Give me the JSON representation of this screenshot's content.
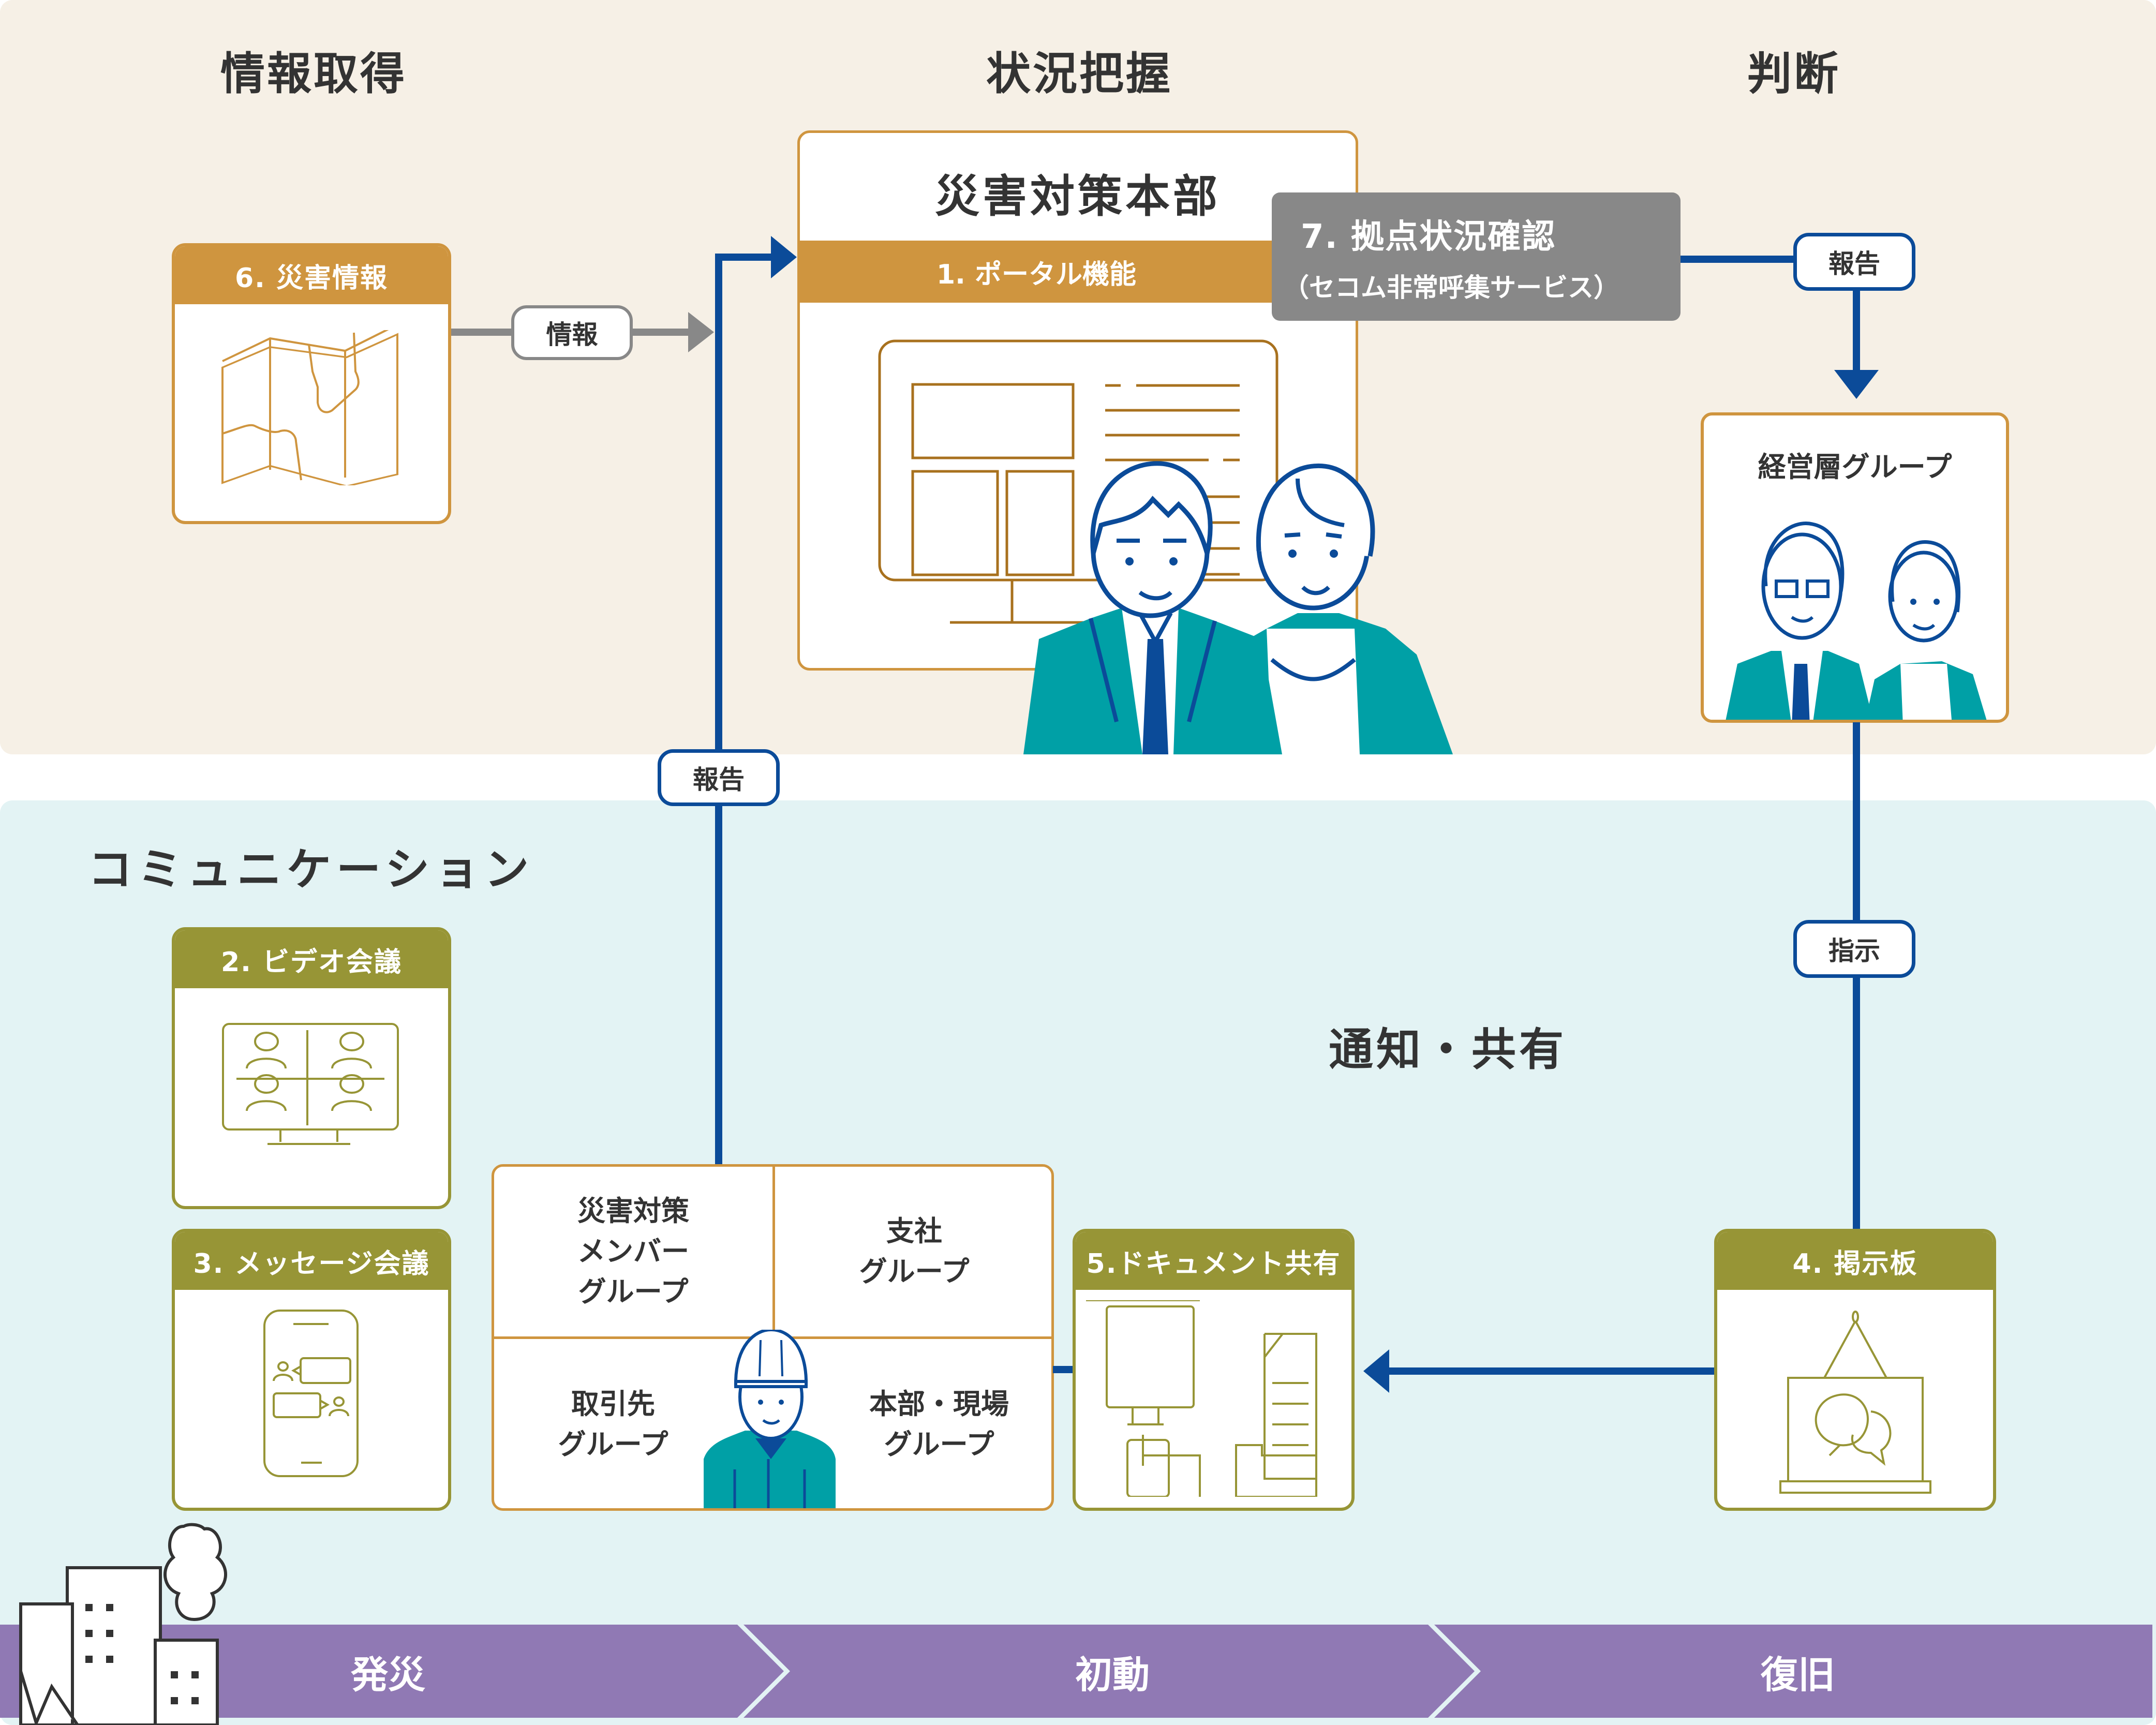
{
  "columns": {
    "info": "情報取得",
    "situation": "状況把握",
    "judgment": "判断"
  },
  "sections": {
    "communication": "コミュニケーション",
    "notify_share": "通知・共有"
  },
  "hq": {
    "title": "災害対策本部",
    "portal": "1. ポータル機能"
  },
  "disaster_info": {
    "header": "6. 災害情報",
    "icon": "map-icon"
  },
  "base_check": {
    "line1": "7. 拠点状況確認",
    "line2": "（セコム非常呼集サービス）"
  },
  "management": {
    "title": "経営層グループ"
  },
  "video_conf": {
    "header": "2. ビデオ会議",
    "icon": "video-grid-icon"
  },
  "message_conf": {
    "header": "3. メッセージ会議",
    "icon": "smartphone-chat-icon"
  },
  "document_share": {
    "header": "5.ドキュメント共有",
    "icon": "document-network-icon"
  },
  "bulletin": {
    "header": "4. 掲示板",
    "icon": "hanging-board-icon"
  },
  "groups": [
    {
      "lines": [
        "災害対策",
        "メンバー",
        "グループ"
      ]
    },
    {
      "lines": [
        "支社",
        "グループ"
      ]
    },
    {
      "lines": [
        "取引先",
        "グループ"
      ]
    },
    {
      "lines": [
        "本部・現場",
        "グループ"
      ]
    }
  ],
  "flow_labels": {
    "info": "情報",
    "report_top": "報告",
    "report_mid": "報告",
    "instruction": "指示"
  },
  "phases": [
    "発災",
    "初動",
    "復旧"
  ],
  "colors": {
    "beige_bg": "#f6f0e6",
    "teal_bg": "#e3f3f4",
    "gold": "#cf953f",
    "olive": "#979536",
    "navy": "#0b4b99",
    "gray_box": "#888888",
    "purple": "#9079b4",
    "jacket_teal": "#00a0a6"
  }
}
